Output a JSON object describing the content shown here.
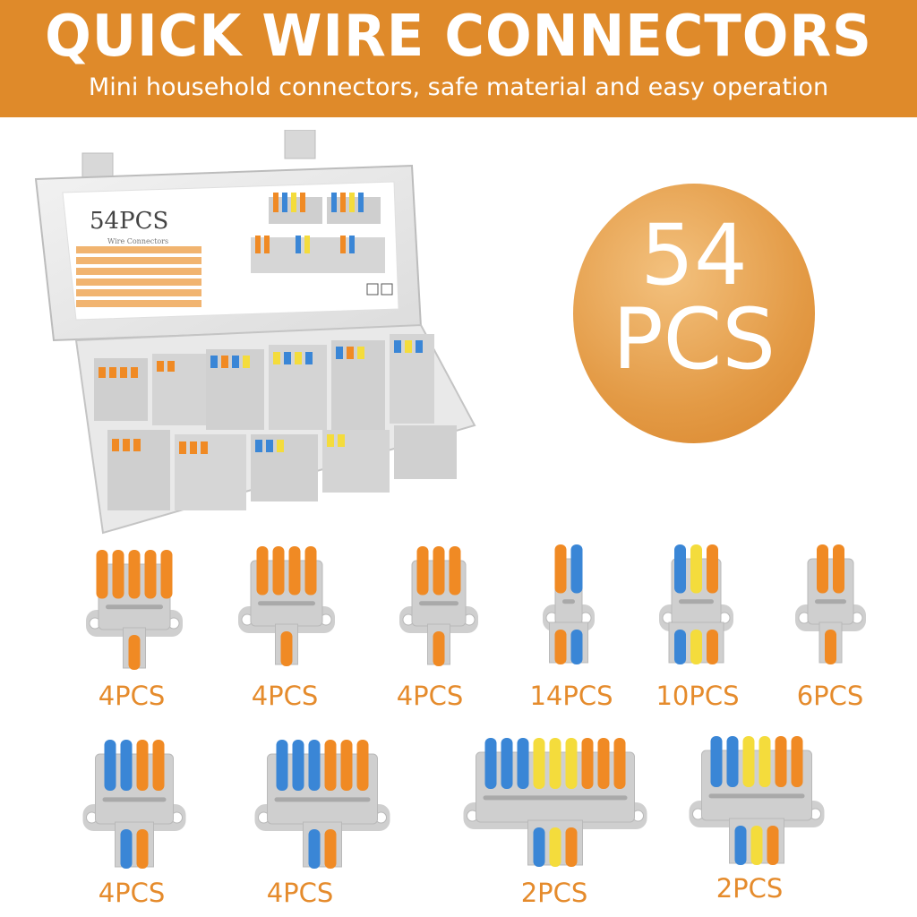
{
  "banner": {
    "title": "QUICK WIRE CONNECTORS",
    "subtitle": "Mini household connectors, safe material and easy operation"
  },
  "badge": {
    "number": "54",
    "unit": "PCS"
  },
  "box": {
    "lid_label": "54PCS",
    "lid_sub": "Wire Connectors"
  },
  "items": [
    {
      "qty": "4PCS",
      "colors": [
        "orange",
        "orange",
        "orange",
        "orange",
        "orange"
      ],
      "outputs": [
        "orange"
      ]
    },
    {
      "qty": "4PCS",
      "colors": [
        "orange",
        "orange",
        "orange",
        "orange"
      ],
      "outputs": [
        "orange"
      ]
    },
    {
      "qty": "4PCS",
      "colors": [
        "orange",
        "orange",
        "orange"
      ],
      "outputs": [
        "orange"
      ]
    },
    {
      "qty": "14PCS",
      "colors": [
        "orange",
        "blue"
      ],
      "outputs": [
        "orange",
        "blue"
      ]
    },
    {
      "qty": "10PCS",
      "colors": [
        "blue",
        "yellow",
        "orange"
      ],
      "outputs": [
        "blue",
        "yellow",
        "orange"
      ]
    },
    {
      "qty": "6PCS",
      "colors": [
        "orange",
        "orange"
      ],
      "outputs": [
        "orange"
      ]
    },
    {
      "qty": "4PCS",
      "colors": [
        "blue",
        "blue",
        "orange",
        "orange"
      ],
      "outputs": [
        "blue",
        "orange"
      ]
    },
    {
      "qty": "4PCS",
      "colors": [
        "blue",
        "blue",
        "blue",
        "orange",
        "orange",
        "orange"
      ],
      "outputs": [
        "blue",
        "orange"
      ]
    },
    {
      "qty": "2PCS",
      "colors": [
        "blue",
        "blue",
        "blue",
        "yellow",
        "yellow",
        "yellow",
        "orange",
        "orange",
        "orange"
      ],
      "outputs": [
        "blue",
        "yellow",
        "orange"
      ]
    },
    {
      "qty": "2PCS",
      "colors": [
        "blue",
        "blue",
        "yellow",
        "yellow",
        "orange",
        "orange"
      ],
      "outputs": [
        "blue",
        "yellow",
        "orange"
      ]
    }
  ],
  "palette": {
    "orange": "#f08a24",
    "blue": "#3a86d6",
    "yellow": "#f4dc3c",
    "body": "#cfcfcf",
    "accent": "#df8a2a"
  }
}
